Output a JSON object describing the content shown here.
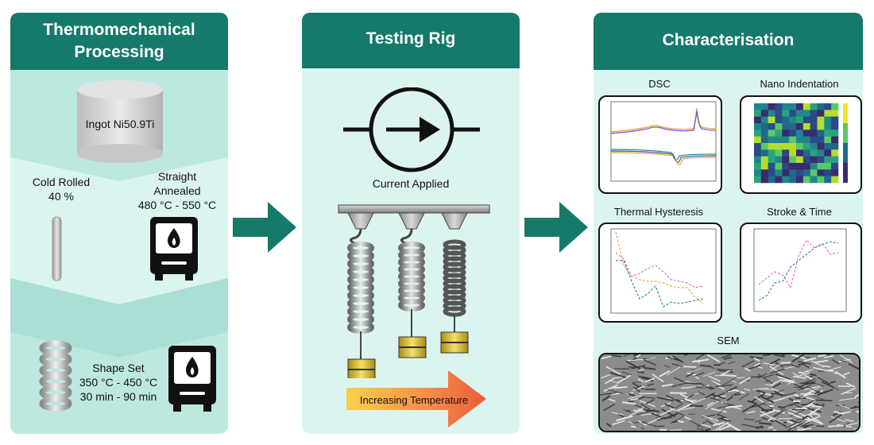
{
  "panels": {
    "processing": {
      "title_line1": "Thermomechanical",
      "title_line2": "Processing",
      "ingot": "Ingot Ni50.9Ti",
      "cold_rolled": "Cold Rolled\n40 %",
      "straight_annealed": "Straight\nAnnealed\n480 °C - 550 °C",
      "shape_set": "Shape Set\n350 °C - 450 °C\n30 min - 90 min"
    },
    "rig": {
      "title": "Testing Rig",
      "current": "Current Applied",
      "temperature": "Increasing Temperature"
    },
    "characterisation": {
      "title": "Characterisation",
      "dsc": "DSC",
      "nano": "Nano Indentation",
      "thermal": "Thermal Hysteresis",
      "stroke": "Stroke & Time",
      "sem": "SEM"
    }
  },
  "colors": {
    "header": "#167a6b",
    "panel_bg": "#dcf4ef",
    "arrow": "#167a6b"
  }
}
